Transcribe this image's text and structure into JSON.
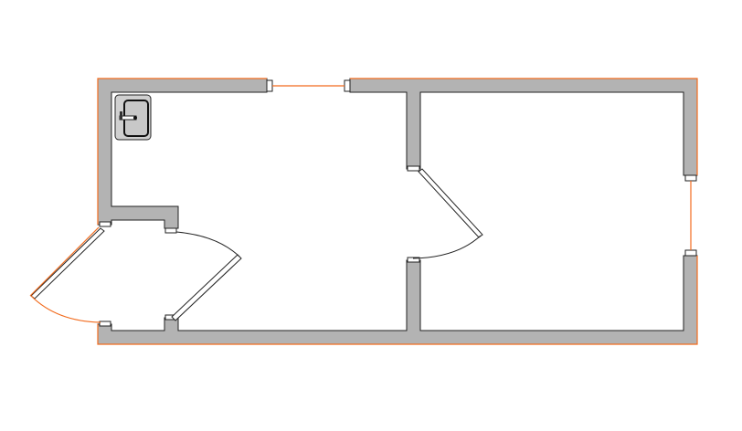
{
  "title": "",
  "colors": {
    "wall": "#b3b3b3",
    "exterior_line": "#f26b1d",
    "outline": "#222222"
  },
  "elements": [
    "exterior-walls",
    "interior-partition",
    "entry-door",
    "bathroom-door",
    "room-door",
    "top-window",
    "right-window",
    "sink"
  ]
}
